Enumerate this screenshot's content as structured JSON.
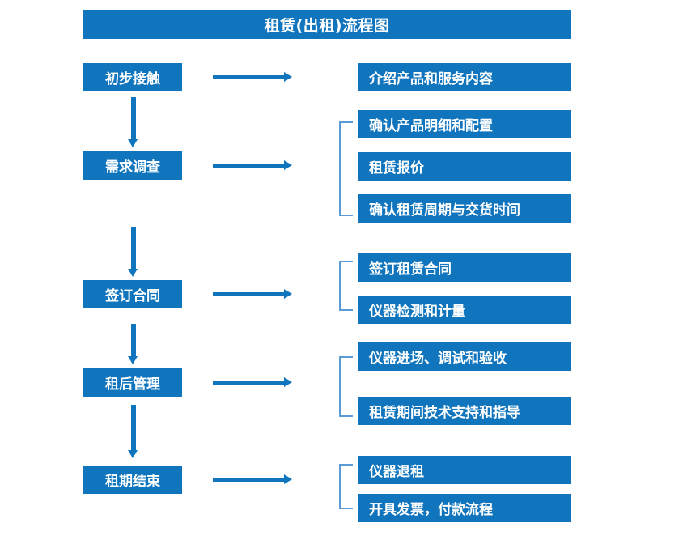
{
  "diagram": {
    "title": "租赁(出租)流程图",
    "accent_color": "#1175be",
    "bracket_color": "#5b9bd5",
    "text_color": "#ffffff",
    "background_color": "#ffffff",
    "stages": [
      {
        "label": "初步接触",
        "details": [
          "介绍产品和服务内容"
        ]
      },
      {
        "label": "需求调查",
        "details": [
          "确认产品明细和配置",
          "租赁报价",
          "确认租赁周期与交货时间"
        ]
      },
      {
        "label": "签订合同",
        "details": [
          "签订租赁合同",
          "仪器检测和计量"
        ]
      },
      {
        "label": "租后管理",
        "details": [
          "仪器进场、调试和验收",
          "租赁期间技术支持和指导"
        ]
      },
      {
        "label": "租期结束",
        "details": [
          "仪器退租",
          "开具发票，付款流程"
        ]
      }
    ]
  }
}
